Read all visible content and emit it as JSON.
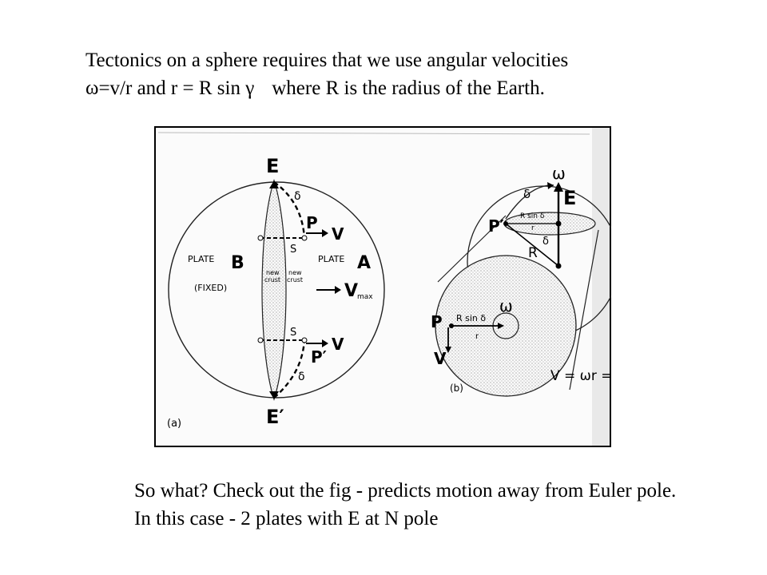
{
  "slide": {
    "line1": "Tectonics on a sphere requires that we use angular velocities",
    "line2_a": "ω=v/r and r = R sin γ",
    "line2_b": "where R is the radius of the Earth.",
    "bottom": "So what? Check out the fig - predicts motion away from Euler pole. In this case - 2 plates with E at N pole"
  },
  "figure": {
    "panel_a": {
      "pole_top": "E",
      "pole_bottom": "E′",
      "plate_b": "PLATE",
      "plate_b_letter": "B",
      "plate_b_fixed": "(FIXED)",
      "plate_a": "PLATE",
      "plate_a_letter": "A",
      "new_crust": "new",
      "new_crust2": "crust",
      "p_top": "P",
      "p_bottom": "P′",
      "v_top": "V",
      "v_bottom": "V",
      "v_max": "V",
      "v_max_sub": "max",
      "s1": "S",
      "s2": "S",
      "delta": "δ",
      "tag": "(a)"
    },
    "panel_b": {
      "omega": "ω",
      "pole": "E",
      "p_top": "P′",
      "p_disc": "P",
      "delta": "δ",
      "r_sin": "R sin δ",
      "r_small": "r",
      "r_big": "R",
      "v": "V",
      "formula": "V = ωr = (",
      "tag": "(b)"
    }
  }
}
